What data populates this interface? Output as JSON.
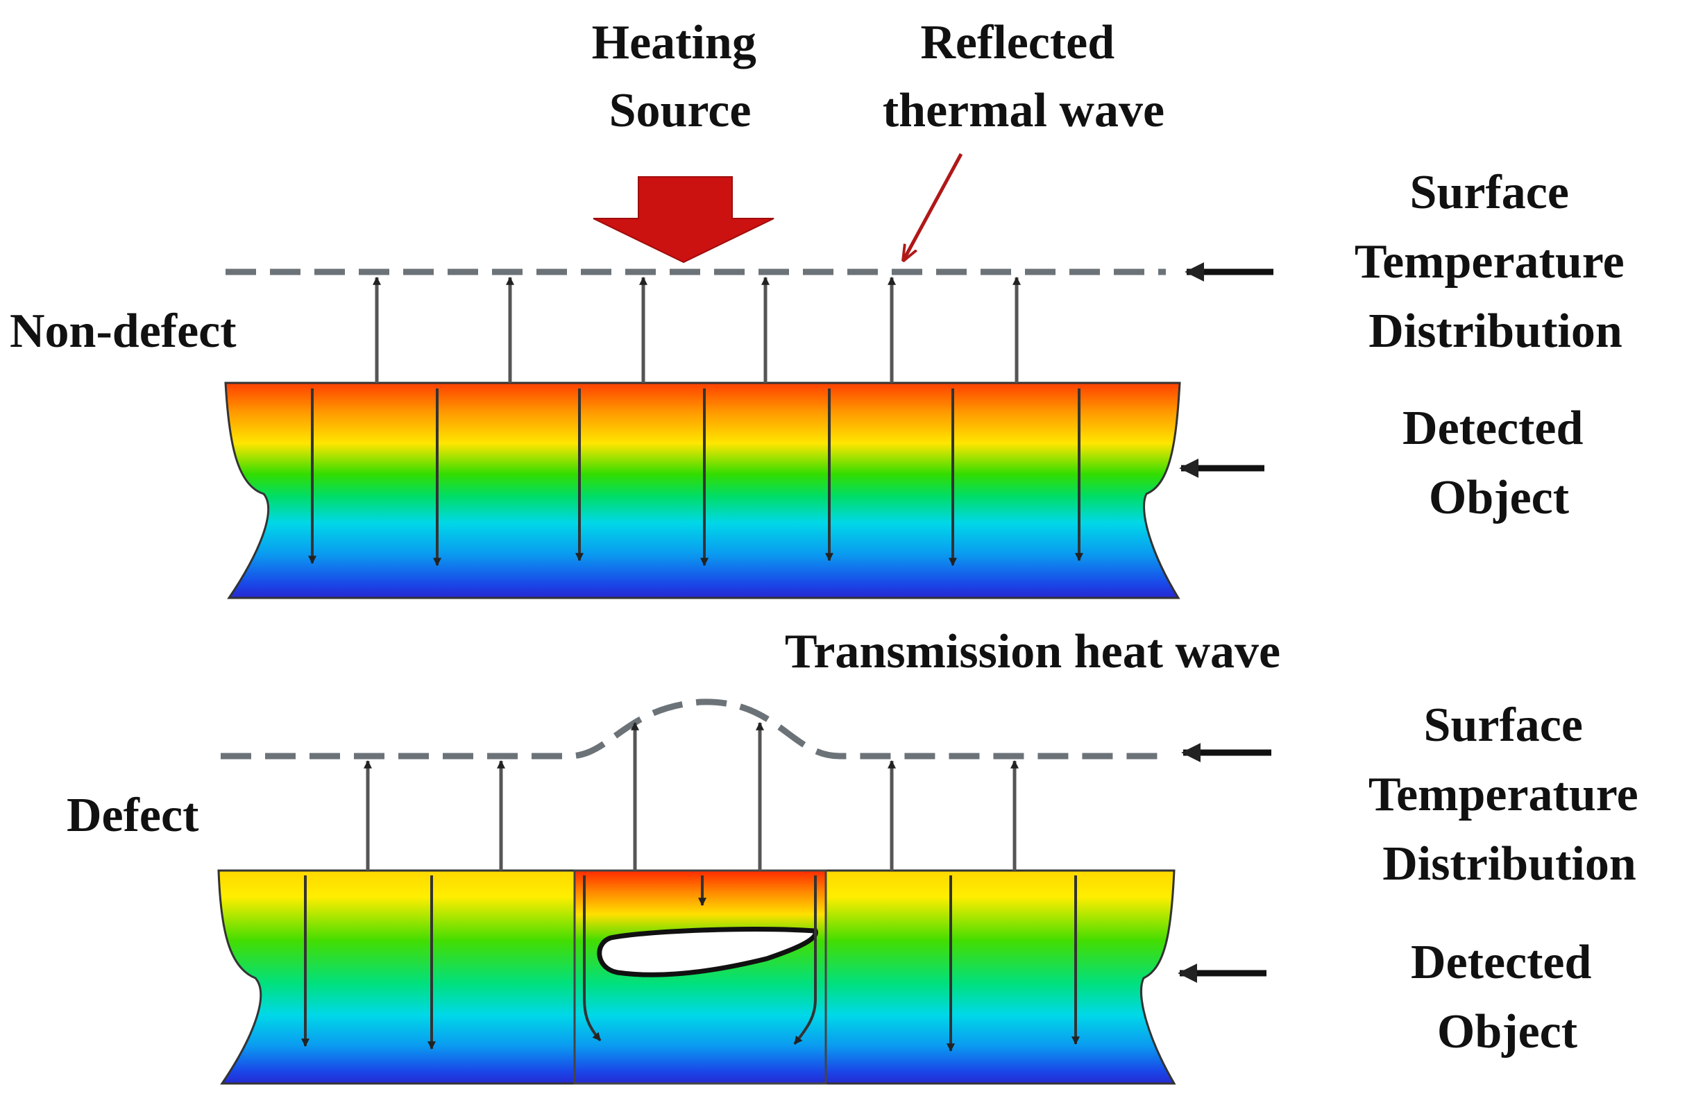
{
  "top": {
    "heating_source": [
      "Heating",
      "Source"
    ],
    "reflected_wave": [
      "Reflected",
      "thermal wave"
    ],
    "side_label": "Non-defect",
    "surface_label": [
      "Surface",
      "Temperature",
      "Distribution"
    ],
    "object_label": [
      "Detected",
      "Object"
    ]
  },
  "middle": {
    "transmission_label": "Transmission heat wave"
  },
  "bottom": {
    "side_label": "Defect",
    "surface_label": [
      "Surface",
      "Temperature",
      "Distribution"
    ],
    "object_label": [
      "Detected",
      "Object"
    ]
  },
  "colors": {
    "heat_arrow": "#cc1111",
    "reflected_arrow": "#b01818",
    "dashed_line": "#6c7378",
    "flow_arrow": "#333333",
    "gradient": [
      "#ff3b00",
      "#ff9a00",
      "#ffe600",
      "#33dd00",
      "#00dd66",
      "#00d8e8",
      "#0a9cf0",
      "#1a46e8",
      "#2a1ec8"
    ]
  }
}
